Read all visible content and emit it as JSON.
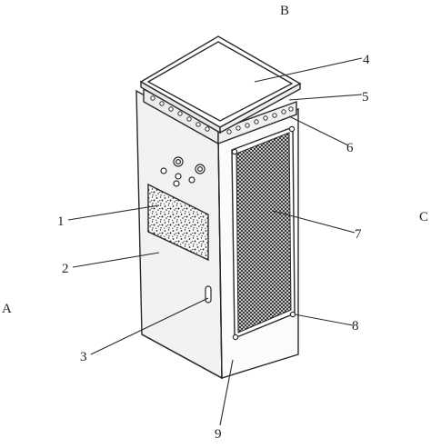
{
  "figure": {
    "view_labels": {
      "a": "A",
      "b": "B",
      "c": "C"
    },
    "callouts": [
      "1",
      "2",
      "3",
      "4",
      "5",
      "6",
      "7",
      "8",
      "9"
    ]
  }
}
